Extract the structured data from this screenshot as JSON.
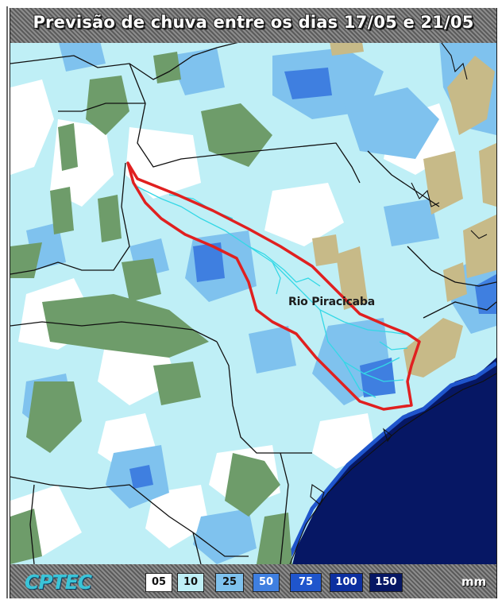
{
  "title": "Previsão de chuva entre os dias 17/05 e 21/05",
  "annotation": "Rio Piracicaba",
  "legend": {
    "brand": "CPTEC",
    "unit": "mm",
    "classes": [
      {
        "label": "05",
        "color": "#ffffff",
        "text_color": "#111111"
      },
      {
        "label": "10",
        "color": "#bfeff6",
        "text_color": "#111111"
      },
      {
        "label": "25",
        "color": "#7fc2ee",
        "text_color": "#111111"
      },
      {
        "label": "50",
        "color": "#3f7fe0",
        "text_color": "#ffffff"
      },
      {
        "label": "75",
        "color": "#1f55cc",
        "text_color": "#ffffff"
      },
      {
        "label": "100",
        "color": "#0c2fa0",
        "text_color": "#ffffff"
      },
      {
        "label": "150",
        "color": "#061764",
        "text_color": "#ffffff"
      }
    ]
  },
  "colors": {
    "rain_light": "#bfeff6",
    "rain_medium": "#7fc2ee",
    "rain_heavy": "#3f7fe0",
    "ocean": "#061764",
    "no_rain_terrain_green": "#6e9c6a",
    "no_rain_terrain_tan": "#c7ba88",
    "river": "#33d8e6",
    "highlight_outline": "#e02020",
    "borders": "#101010"
  }
}
